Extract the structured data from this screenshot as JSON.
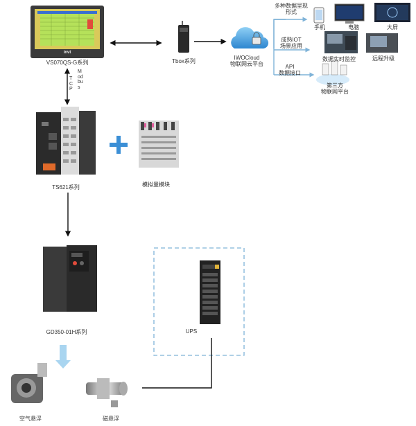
{
  "hmi_label": "VS070QS-G系列",
  "tbox_label": "Tbox系列",
  "cloud_label": "IWOCloud\n物联网云平台",
  "modbus_label": "Modbus",
  "tcp_label": "TCP",
  "data_forms_label": "多种数据呈现\n形式",
  "phone_label": "手机",
  "computer_label": "电脑",
  "bigscreen_label": "大屏",
  "iot_label": "成熟IOT\n场景应用",
  "monitor_label": "数据实时监控",
  "upgrade_label": "远程升级",
  "api_label": "API\n数据接口",
  "third_party_label": "第三方\n物联网平台",
  "plc_label": "TS621系列",
  "analog_module_label": "模拟量模块",
  "vfd_label": "GD350-01H系列",
  "ups_label": "UPS",
  "air_bearing_label": "空气悬浮",
  "mag_bearing_label": "磁悬浮",
  "hmi_brand": "invt",
  "colors": {
    "accent_blue": "#2f8fd6",
    "dashed_border": "#7fb3d8",
    "arrow": "#111111",
    "cloud": "#3a92d4",
    "plus": "#3b8fd6"
  }
}
